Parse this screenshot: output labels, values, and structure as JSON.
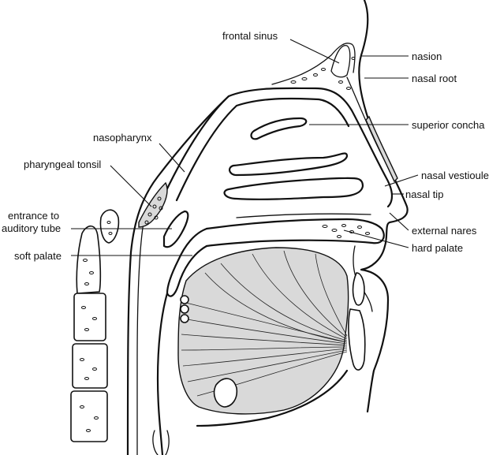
{
  "labels": {
    "frontal_sinus": "frontal sinus",
    "nasion": "nasion",
    "nasal_root": "nasal root",
    "superior_concha": "superior concha",
    "nasopharynx": "nasopharynx",
    "pharyngeal_tonsil": "pharyngeal tonsil",
    "nasal_vestibule": "nasal vestioule",
    "nasal_tip": "nasal tip",
    "entrance_line1": "entrance to",
    "entrance_line2": "auditory tube",
    "external_nares": "external nares",
    "soft_palate": "soft palate",
    "hard_palate": "hard palate"
  },
  "colors": {
    "line": "#111111",
    "tissue": "#d9d9d9",
    "background": "#ffffff"
  }
}
